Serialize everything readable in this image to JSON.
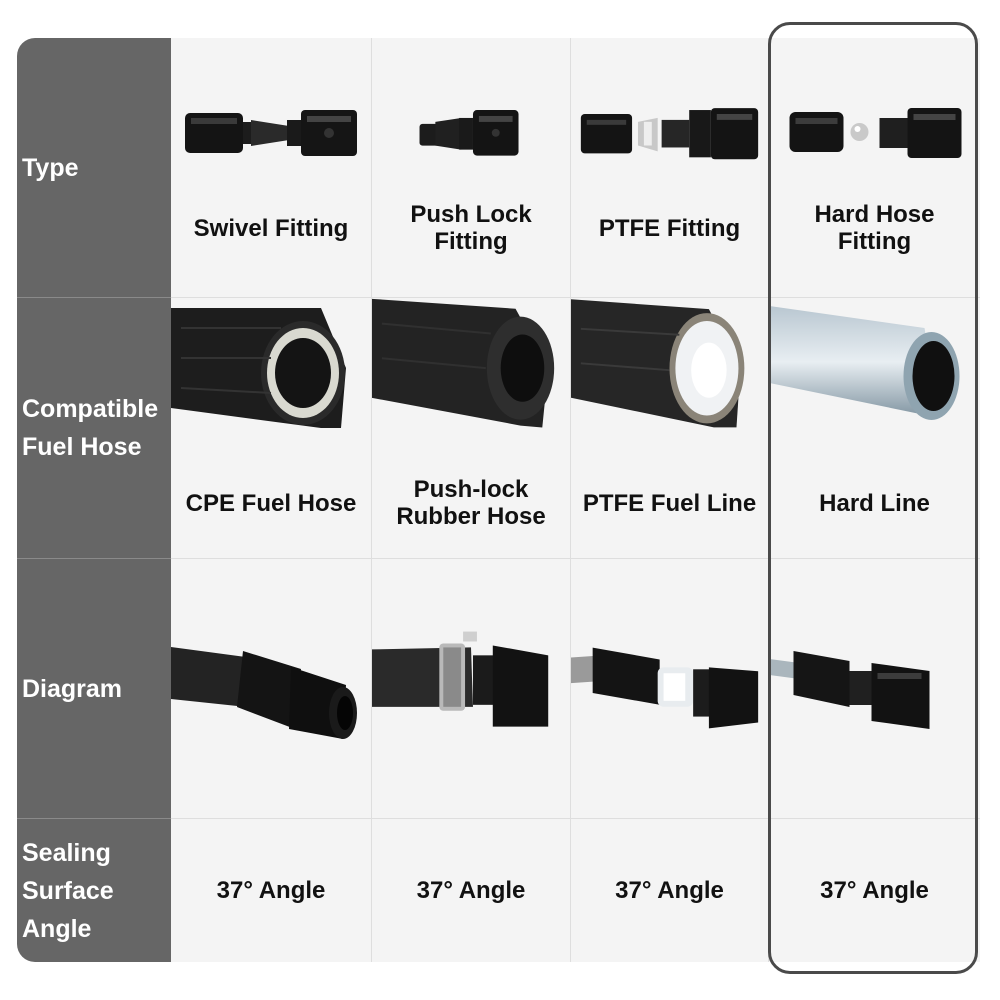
{
  "rows": [
    {
      "label": "Type"
    },
    {
      "label": "Compatible Fuel Hose"
    },
    {
      "label": "Diagram"
    },
    {
      "label": "Sealing Surface Angle"
    }
  ],
  "columns": [
    {
      "type": "Swivel Fitting",
      "hose": "CPE Fuel Hose",
      "angle": "37° Angle",
      "type_icon": "swivel-fitting-icon",
      "hose_icon": "braided-hose-icon",
      "diagram_icon": "swivel-hose-assembly-icon"
    },
    {
      "type": "Push Lock Fitting",
      "hose": "Push-lock Rubber Hose",
      "angle": "37° Angle",
      "type_icon": "push-lock-fitting-icon",
      "hose_icon": "rubber-hose-icon",
      "diagram_icon": "push-lock-clamp-assembly-icon"
    },
    {
      "type": "PTFE Fitting",
      "hose": "PTFE Fuel Line",
      "angle": "37° Angle",
      "type_icon": "ptfe-fitting-icon",
      "hose_icon": "ptfe-hose-icon",
      "diagram_icon": "ptfe-line-assembly-icon"
    },
    {
      "type": "Hard Hose Fitting",
      "hose": "Hard Line",
      "angle": "37° Angle",
      "type_icon": "hard-hose-fitting-icon",
      "hose_icon": "hard-line-tube-icon",
      "diagram_icon": "hard-line-assembly-icon"
    }
  ],
  "colors": {
    "label_bg": "#666666",
    "cell_bg": "#f4f4f4",
    "highlight_border": "#4a4a4a",
    "fitting_black": "#111111"
  }
}
